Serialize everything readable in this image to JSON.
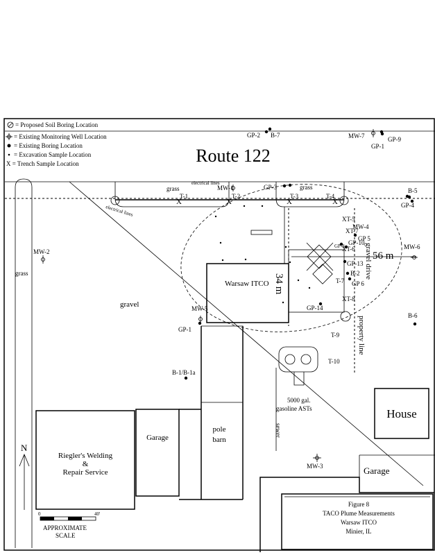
{
  "legend": {
    "proposed_boring": "= Proposed Soil Boring Location",
    "monitoring_well": "= Existing Monitoring Well Location",
    "boring": "= Existing Boring Location",
    "excavation": "= Excavation Sample Location",
    "trench": "X = Trench Sample Location"
  },
  "road": {
    "name": "Route 122"
  },
  "labels": {
    "grass_left": "grass",
    "grass_top1": "grass",
    "grass_top2": "grass",
    "electrical_lines_top": "electrical lines",
    "electrical_lines_diag": "electrical lines",
    "gravel": "gravel",
    "warsaw_itco": "Warsaw ITCO",
    "dim_34": "34 m",
    "dim_56": "56 m",
    "gravel_drive": "gravel drive",
    "property_line": "property line",
    "sewer": "sewer",
    "asts": [
      "5000 gal.",
      "gasoline ASTs"
    ],
    "house": "House",
    "garage_left": "Garage",
    "garage_right": "Garage",
    "pole_barn": [
      "pole",
      "barn"
    ],
    "rieglers": [
      "Riegler's Welding",
      "&",
      "Repair Service"
    ],
    "north": "N",
    "scale_zero": "0",
    "scale_40": "40'",
    "scale_label": [
      "APPROXIMATE",
      "SCALE"
    ]
  },
  "points": {
    "mw": [
      "MW-1",
      "MW-2",
      "MW-3",
      "MW-4",
      "MW-5",
      "MW-6",
      "MW-7"
    ],
    "gp": [
      "GP-1",
      "GP-1",
      "GP-2",
      "GP-3",
      "GP-4",
      "GP 5",
      "GP 6",
      "GP-8",
      "GP-9",
      "GP-10",
      "GP-13",
      "GP-14"
    ],
    "b": [
      "B-1/B-1a",
      "B-2",
      "B-5",
      "B-6",
      "B-7"
    ],
    "t": [
      "T-1",
      "T-2",
      "T-3",
      "T-4",
      "T-7",
      "T-9",
      "T-10"
    ],
    "xt": [
      "XT-5",
      "XT-6",
      "XT-7",
      "XT-8"
    ]
  },
  "title_box": {
    "line1": "Figure 8",
    "line2": "TACO Plume Measurements",
    "line3": "Warsaw ITCO",
    "line4": "Minier, IL"
  }
}
